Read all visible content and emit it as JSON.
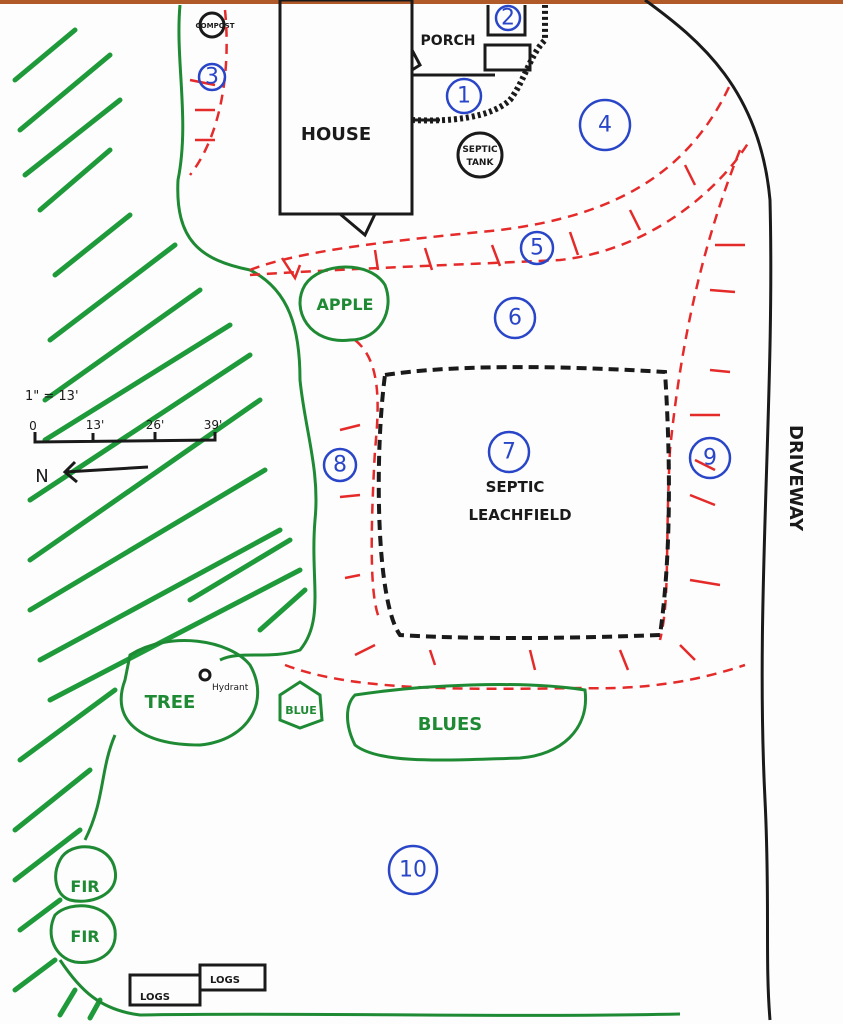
{
  "title": "Site plan sketch",
  "labels": {
    "house": "HOUSE",
    "porch": "PORCH",
    "compost": "COMPOST",
    "septic_tank_1": "SEPTIC",
    "septic_tank_2": "TANK",
    "apple": "APPLE",
    "septic_leachfield_1": "SEPTIC",
    "septic_leachfield_2": "LEACHFIELD",
    "driveway": "DRIVEWAY",
    "tree": "TREE",
    "hydrant": "Hydrant",
    "blue_small": "BLUE",
    "blues": "BLUES",
    "fir_1": "FIR",
    "fir_2": "FIR",
    "logs_1": "LOGS",
    "logs_2": "LOGS"
  },
  "scale": {
    "ratio": "1\" = 13'",
    "ticks": [
      "0",
      "13'",
      "26'",
      "39'"
    ],
    "north": "N"
  },
  "zones": [
    "1",
    "2",
    "3",
    "4",
    "5",
    "6",
    "7",
    "8",
    "9",
    "10"
  ],
  "colors": {
    "zones": "#2a46c8",
    "drainage": "#e52a2a",
    "vegetation": "#1f8a34",
    "structures": "#1a1a1a"
  }
}
